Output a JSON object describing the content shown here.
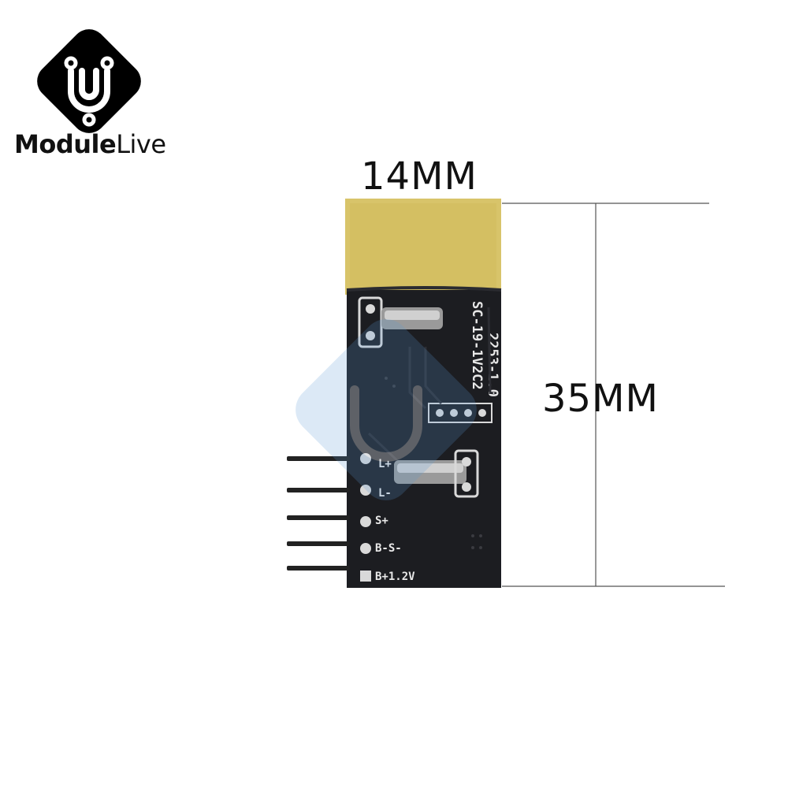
{
  "brand": {
    "name_part1": "Module",
    "name_part2": "Live",
    "logo_icon": "circuit-u-icon",
    "logo_color": "#000000"
  },
  "dimensions": {
    "width_label": "14MM",
    "height_label": "35MM"
  },
  "board": {
    "silkscreen_model": "SC-19-1V2C2",
    "silkscreen_rev": "2253-1.0",
    "pins": [
      {
        "label": "L+"
      },
      {
        "label": "L-"
      },
      {
        "label": "S+"
      },
      {
        "label": "B-S-"
      },
      {
        "label": "B+1.2V"
      }
    ],
    "colors": {
      "pcb": "#1c1d21",
      "antenna": "#d8c46a",
      "pins": "#222222",
      "watermark": "#5b9bd5"
    }
  }
}
